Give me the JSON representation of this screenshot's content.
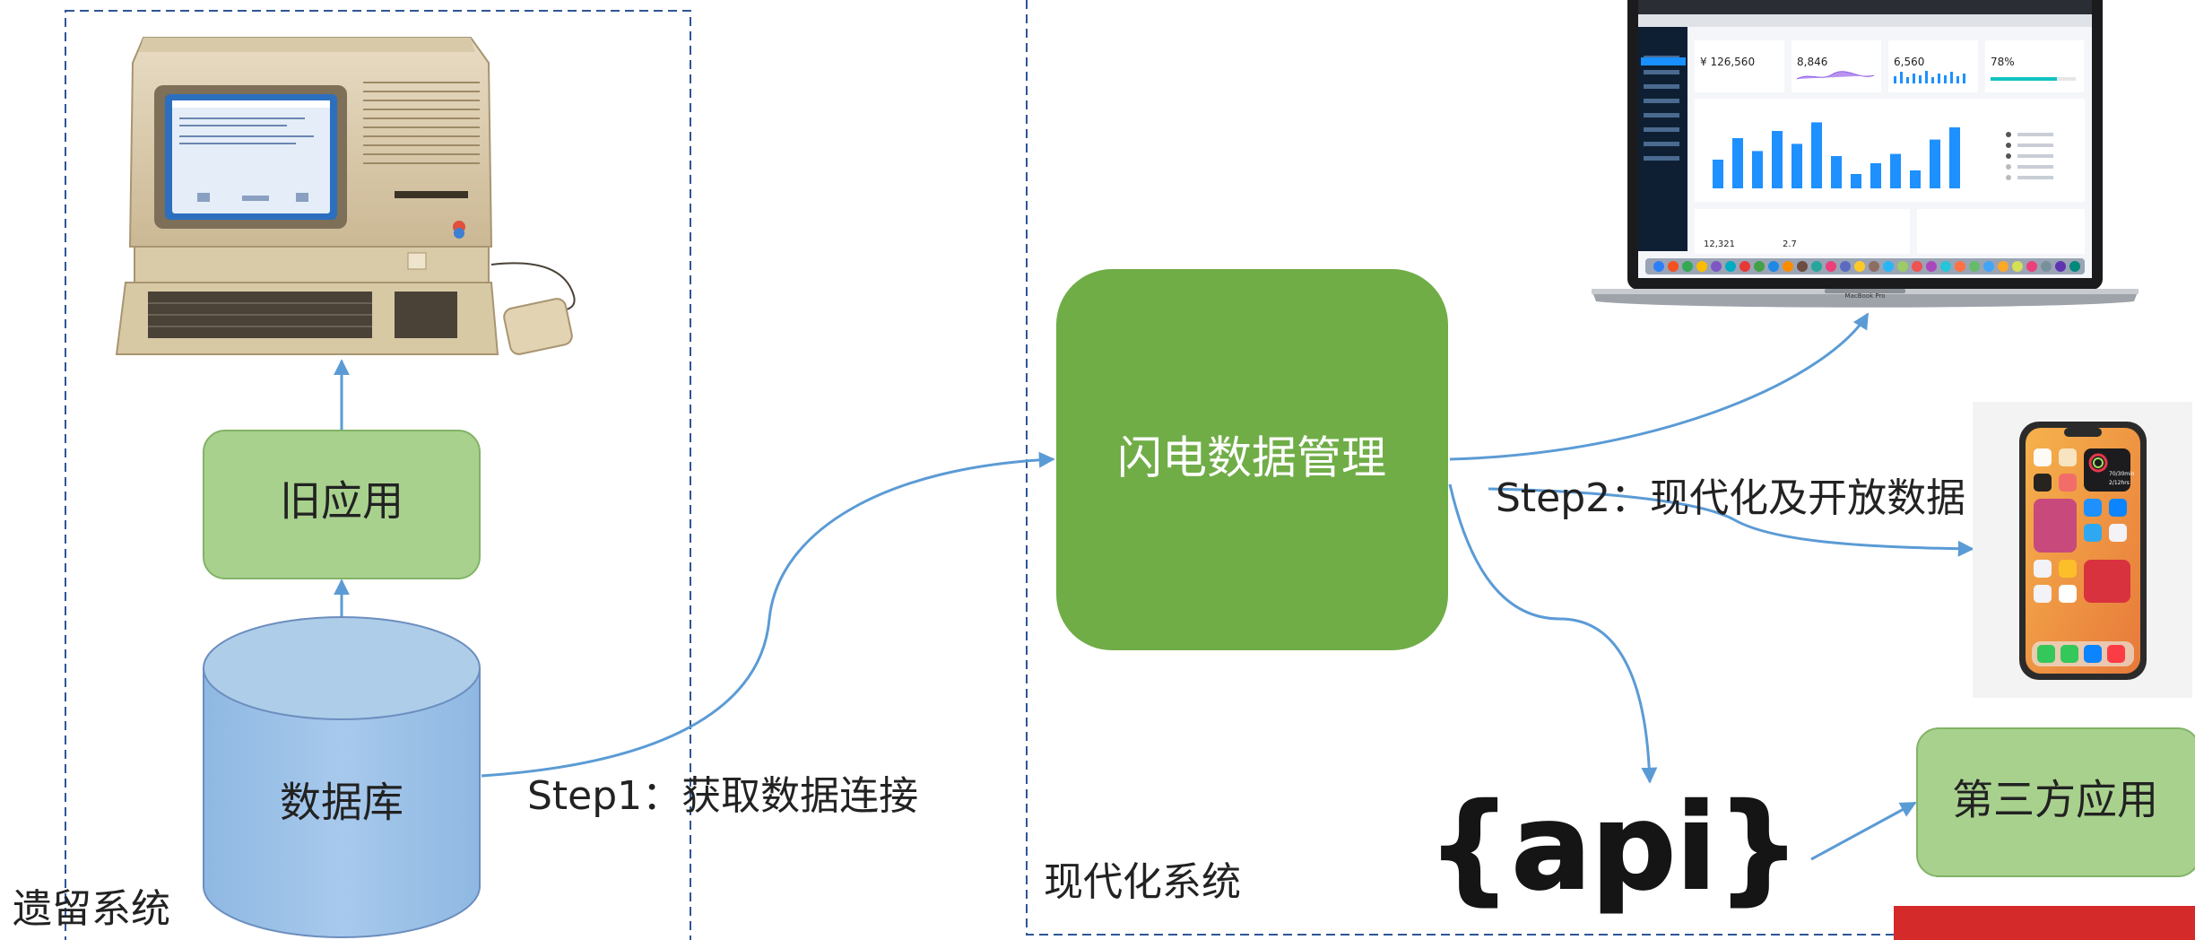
{
  "regions": {
    "legacy_label": "遗留系统",
    "modern_label": "现代化系统"
  },
  "nodes": {
    "old_app": "旧应用",
    "database": "数据库",
    "lightning": "闪电数据管理",
    "third_party": "第三方应用",
    "api_logo": "{api}"
  },
  "steps": {
    "step1": "Step1：获取数据连接",
    "step2": "Step2：现代化及开放数据"
  },
  "laptop": {
    "kpis": [
      "¥ 126,560",
      "8,846",
      "6,560",
      "78%"
    ],
    "bar_values": [
      40,
      70,
      52,
      80,
      62,
      92,
      45,
      20,
      35,
      48,
      25,
      68,
      85
    ],
    "stats": [
      "12,321",
      "2.7"
    ],
    "brand": "MacBook Pro"
  },
  "phone": {
    "widget_text": [
      "70/30min",
      "2/12hrs"
    ]
  },
  "colors": {
    "green_light": "#a9d18e",
    "green_border": "#82b366",
    "green_dark": "#70ad47",
    "blue_db": "#9dc3e6",
    "blue_db_border": "#6c8ebf",
    "arrow": "#5b9bd5",
    "dash": "#2f5597"
  }
}
